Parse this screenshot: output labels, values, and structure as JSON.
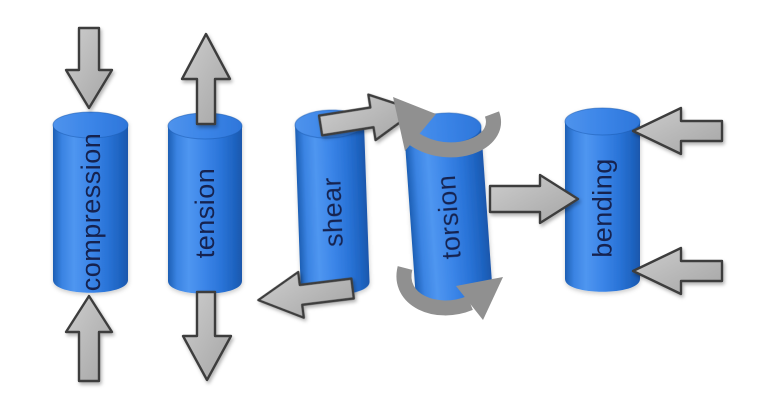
{
  "diagram": {
    "figures": [
      {
        "label": "compression",
        "force_icons": "inward-vertical-arrows"
      },
      {
        "label": "tension",
        "force_icons": "outward-vertical-arrows"
      },
      {
        "label": "shear",
        "force_icons": "opposed-horizontal-arrows"
      },
      {
        "label": "torsion",
        "force_icons": "twisting-curved-arrows"
      },
      {
        "label": "bending",
        "force_icons": "three-point-horizontal-arrows"
      }
    ],
    "colors": {
      "cylinder_blue": "#3b85e8",
      "cylinder_blue_dark": "#1a57ac",
      "arrow_gray": "#b9b9b9",
      "arrow_outline": "#3e3e3e",
      "torsion_band_gray": "#909090",
      "label_navy": "#152450",
      "background": "#ffffff"
    }
  }
}
